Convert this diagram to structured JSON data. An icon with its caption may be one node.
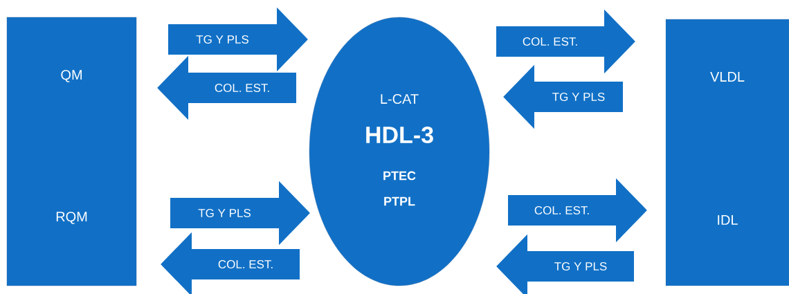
{
  "diagram": {
    "nodes": [
      {
        "text": [
          "QM",
          "RQM"
        ]
      },
      {
        "text": [
          "L-CAT",
          "HDL-3",
          "PTEC",
          "PTPL"
        ]
      },
      {
        "text": [
          "VLDL",
          "IDL"
        ]
      }
    ],
    "edges": [
      {
        "from": 0,
        "to": 1,
        "arrow": "to",
        "label": "TG Y PLS"
      },
      {
        "from": 1,
        "to": 0,
        "arrow": "to",
        "label": "COL. EST."
      },
      {
        "from": 0,
        "to": 1,
        "arrow": "to",
        "label": "TG Y PLS"
      },
      {
        "from": 1,
        "to": 0,
        "arrow": "to",
        "label": "COL. EST."
      },
      {
        "from": 1,
        "to": 2,
        "arrow": "to",
        "label": "COL. EST."
      },
      {
        "from": 2,
        "to": 1,
        "arrow": "to",
        "label": "TG Y PLS"
      },
      {
        "from": 1,
        "to": 2,
        "arrow": "to",
        "label": "COL. EST."
      },
      {
        "from": 2,
        "to": 1,
        "arrow": "to",
        "label": "TG Y PLS"
      }
    ]
  }
}
